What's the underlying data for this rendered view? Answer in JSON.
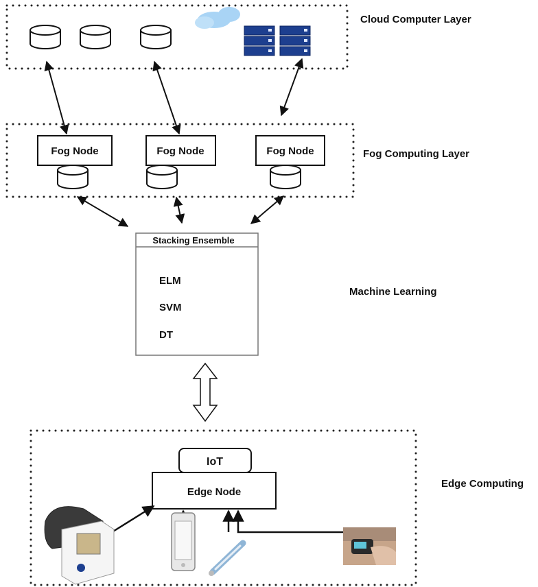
{
  "layers": {
    "cloud": "Cloud Computer Layer",
    "fog": "Fog Computing Layer",
    "ml": "Machine Learning",
    "edge": "Edge Computing"
  },
  "fog_nodes": [
    "Fog Node",
    "Fog Node",
    "Fog Node"
  ],
  "ensemble": {
    "title": "Stacking Ensemble",
    "models": [
      "ELM",
      "SVM",
      "DT"
    ]
  },
  "edge": {
    "iot": "IoT",
    "edge_node": "Edge Node"
  },
  "colors": {
    "server_blue": "#1d3f8f",
    "cloud_blue": "#a9d4f5",
    "line": "#111111"
  },
  "devices": [
    "blood-pressure-monitor",
    "smartphone",
    "thermometer",
    "pulse-oximeter"
  ]
}
